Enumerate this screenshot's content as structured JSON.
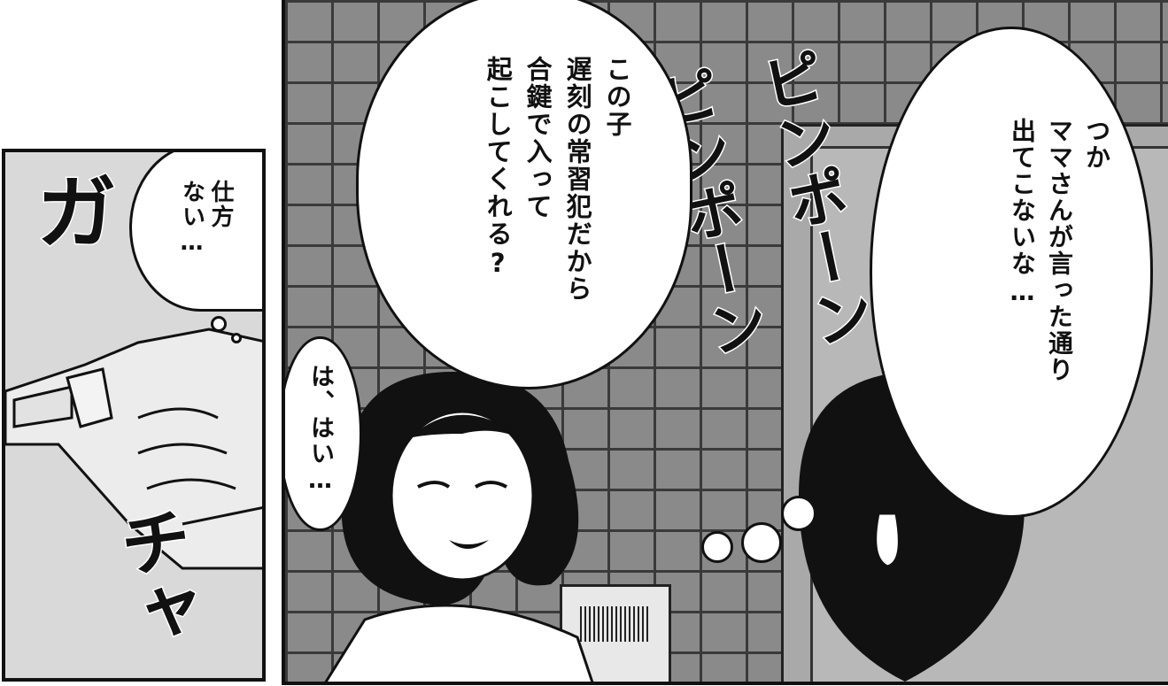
{
  "left_panel": {
    "speech": [
      "仕方",
      "ない…"
    ],
    "sfx_top": "ガ",
    "sfx_bottom": "チャ"
  },
  "right_panel": {
    "mother_speech": [
      "この子",
      "遅刻の常習犯だから",
      "合鍵で入って",
      "起こしてくれる?"
    ],
    "boy_speech": [
      "は、はい…"
    ],
    "boy_thought": [
      "つか",
      "ママさんが言った通り",
      "出てこないな…"
    ],
    "sfx_doorbell_1": "ピンポーン",
    "sfx_doorbell_2": "ピンポーン"
  }
}
